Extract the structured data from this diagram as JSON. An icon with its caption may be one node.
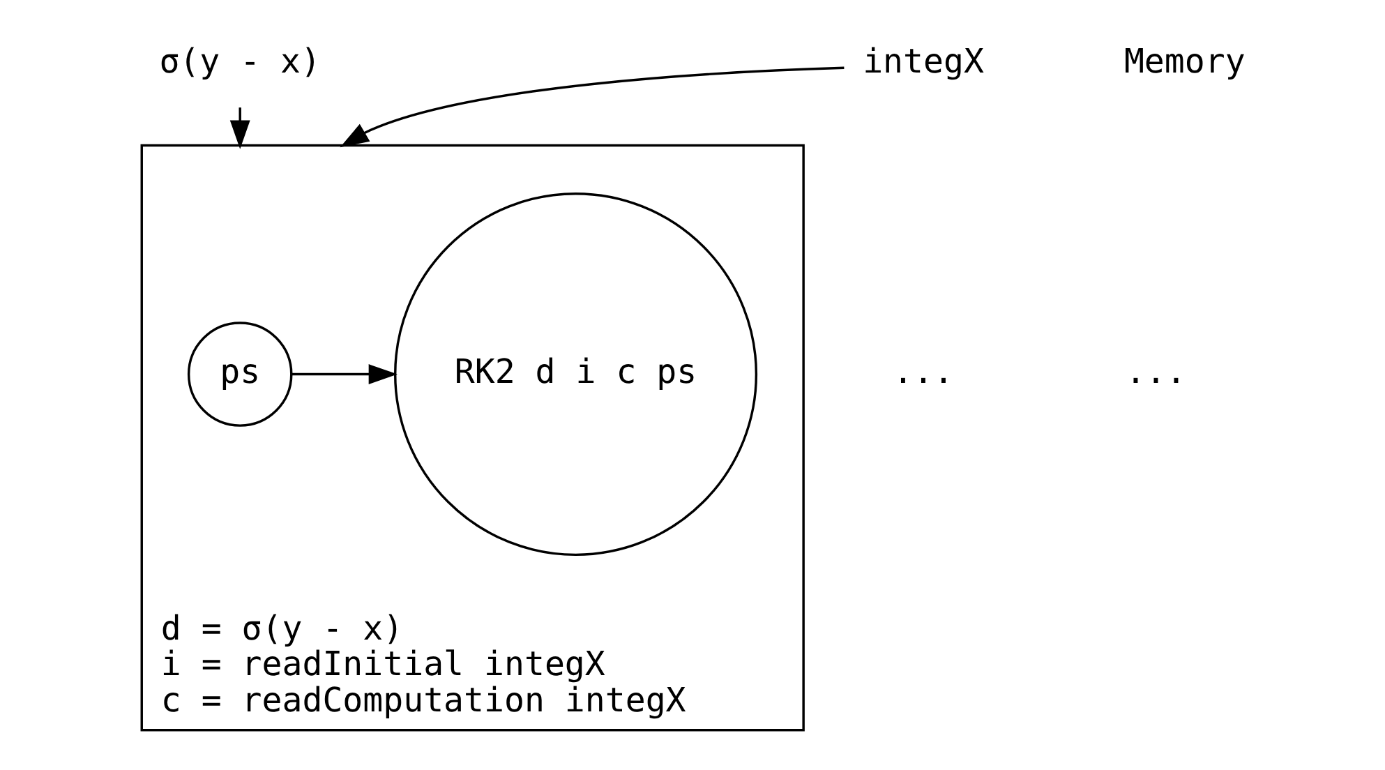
{
  "diagram": {
    "nodes": [
      {
        "text": [
          "d = σ(y - x)",
          "i = readInitial integX",
          "c = readComputation integX"
        ]
      },
      {
        "text": [
          "integX"
        ]
      },
      {
        "text": [
          "σ(y - x)"
        ]
      },
      {
        "text": [
          "ps"
        ],
        "in": 0
      },
      {
        "text": [
          "RK2 d i c ps"
        ],
        "in": 0
      }
    ],
    "edges": [
      {
        "from": 1,
        "to": 0,
        "arrow": "to"
      },
      {
        "from": 2,
        "to": 0,
        "arrow": "to"
      },
      {
        "from": 3,
        "to": 4,
        "arrow": "to"
      }
    ],
    "labels": [
      "Memory",
      "...",
      "..."
    ]
  }
}
